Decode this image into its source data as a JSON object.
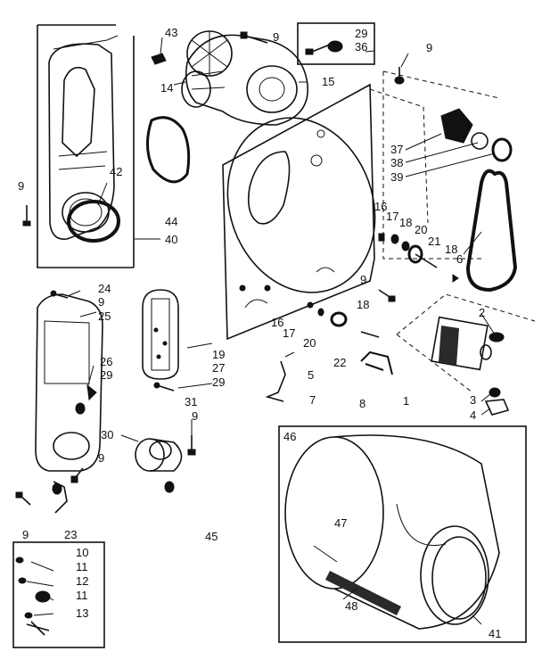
{
  "diagram": {
    "callouts": {
      "c43": "43",
      "c9a": "9",
      "c29a": "29",
      "c36": "36",
      "c9b": "9",
      "c14": "14",
      "c15": "15",
      "c9c": "9",
      "c42": "42",
      "c44": "44",
      "c40": "40",
      "c37": "37",
      "c38": "38",
      "c39": "39",
      "c16a": "16",
      "c17a": "17",
      "c18a": "18",
      "c20a": "20",
      "c21": "21",
      "c18b": "18",
      "c6": "6",
      "c24": "24",
      "c9d": "9",
      "c25": "25",
      "c9e": "9",
      "c18c": "18",
      "c16b": "16",
      "c17b": "17",
      "c20b": "20",
      "c2": "2",
      "c19": "19",
      "c27": "27",
      "c29b": "29",
      "c26": "26",
      "c29c": "29",
      "c22": "22",
      "c5": "5",
      "c7": "7",
      "c8": "8",
      "c1": "1",
      "c31": "31",
      "c9f": "9",
      "c3": "3",
      "c4": "4",
      "c30": "30",
      "c9g": "9",
      "c46": "46",
      "c47": "47",
      "c45": "45",
      "c9h": "9",
      "c23": "23",
      "c10": "10",
      "c11a": "11",
      "c12": "12",
      "c11b": "11",
      "c13": "13",
      "c48": "48",
      "c41": "41"
    }
  }
}
